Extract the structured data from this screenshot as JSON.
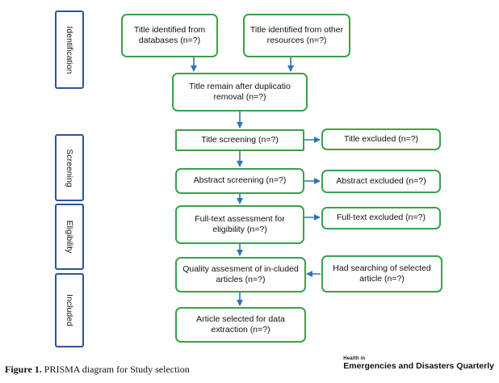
{
  "phases": {
    "identification": "Identification",
    "screening": "Screening",
    "eligibility": "Eligibility",
    "included": "Included"
  },
  "boxes": {
    "title_databases": "Title identified from databases (n=?)",
    "title_other": "Title identified from other resources (n=?)",
    "title_remain": "Title remain after duplicatio removal (n=?)",
    "title_screening": "Title screening (n=?)",
    "title_excluded": "Title excluded (n=?)",
    "abstract_screening": "Abstract screening (n=?)",
    "abstract_excluded": "Abstract excluded (n=?)",
    "fulltext_assessment": "Full-text assessment for eligibility (n=?)",
    "fulltext_excluded": "Full-text excluded (n=?)",
    "quality_assessment": "Quality assesment of in-cluded articles (n=?)",
    "searching_selected": "Had searching of selected article (n=?)",
    "article_selected": "Article selected for data extraction (n=?)"
  },
  "caption": {
    "label": "Figure 1.",
    "text": "PRISMA diagram for Study selection"
  },
  "logo": {
    "line1": "Health in",
    "line2": "Emergencies and Disasters Quarterly"
  },
  "colors": {
    "box_border": "#3aa14a",
    "phase_border": "#2f5496",
    "arrow": "#2e75b6"
  }
}
